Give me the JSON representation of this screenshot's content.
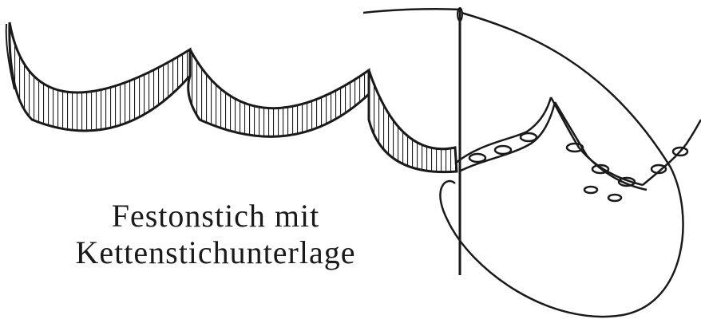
{
  "illustration": {
    "ink_color": "#1a1a1a",
    "paper_color": "#ffffff",
    "depicts": [
      "scalloped buttonhole-stitch edge",
      "chain-stitch underlay",
      "needle",
      "thread loop"
    ]
  },
  "caption": {
    "line1": "Festonstich mit",
    "line2": "Kettenstichunterlage"
  }
}
